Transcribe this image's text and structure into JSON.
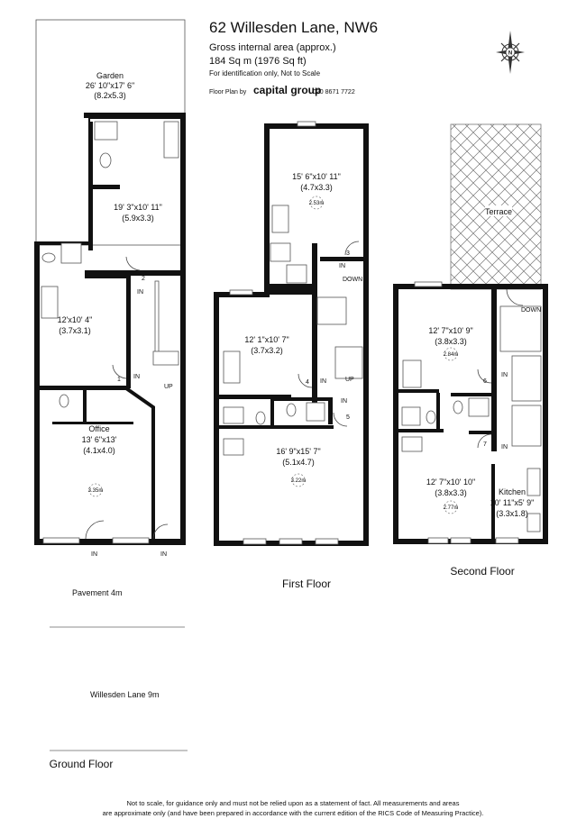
{
  "header": {
    "title": "62 Willesden Lane, NW6",
    "area_label": "Gross internal area (approx.)",
    "area_value": "184 Sq m (1976 Sq ft)",
    "note": "For identification only, Not to Scale",
    "credit_prefix": "Floor Plan by",
    "brand": "capital group",
    "phone": "020 8671 7722",
    "compass_letter": "N"
  },
  "ground_floor": {
    "label": "Ground Floor",
    "garden": {
      "name": "Garden",
      "imperial": "26' 10\"x17' 6\"",
      "metric": "(8.2x5.3)"
    },
    "rear_room": {
      "imperial": "19' 3\"x10' 11\"",
      "metric": "(5.9x3.3)"
    },
    "middle_room": {
      "imperial": "12'x10' 4\"",
      "metric": "(3.7x3.1)"
    },
    "office": {
      "name": "Office",
      "imperial": "13' 6\"x13'",
      "metric": "(4.1x4.0)",
      "ceiling": "3.35m"
    },
    "pavement": "Pavement 4m",
    "street": "Willesden Lane 9m",
    "door_numbers": [
      "1",
      "2"
    ],
    "in_label": "IN",
    "up_label": "UP"
  },
  "first_floor": {
    "label": "First Floor",
    "rear_room": {
      "imperial": "15' 6\"x10' 11\"",
      "metric": "(4.7x3.3)",
      "ceiling": "2.53m"
    },
    "middle_room": {
      "imperial": "12' 1\"x10' 7\"",
      "metric": "(3.7x3.2)"
    },
    "front_room": {
      "imperial": "16' 9\"x15' 7\"",
      "metric": "(5.1x4.7)",
      "ceiling": "3.22m"
    },
    "door_numbers": [
      "3",
      "4",
      "5"
    ],
    "in_label": "IN",
    "up_label": "UP",
    "down_label": "DOWN"
  },
  "second_floor": {
    "label": "Second Floor",
    "terrace": "Terrace",
    "rear_room": {
      "imperial": "12' 7\"x10' 9\"",
      "metric": "(3.8x3.3)",
      "ceiling": "2.84m"
    },
    "front_room": {
      "imperial": "12' 7\"x10' 10\"",
      "metric": "(3.8x3.3)",
      "ceiling": "2.77m"
    },
    "kitchen": {
      "name": "Kitchen",
      "imperial": "10' 11\"x5' 9\"",
      "metric": "(3.3x1.8)"
    },
    "door_numbers": [
      "6",
      "7"
    ],
    "in_label": "IN",
    "down_label": "DOWN"
  },
  "disclaimer": [
    "Not to scale, for guidance only and must not be relied upon as a statement of fact.  All measurements and areas",
    "are approximate only (and have been prepared in accordance with the current edition of the RICS Code of Measuring Practice)."
  ]
}
